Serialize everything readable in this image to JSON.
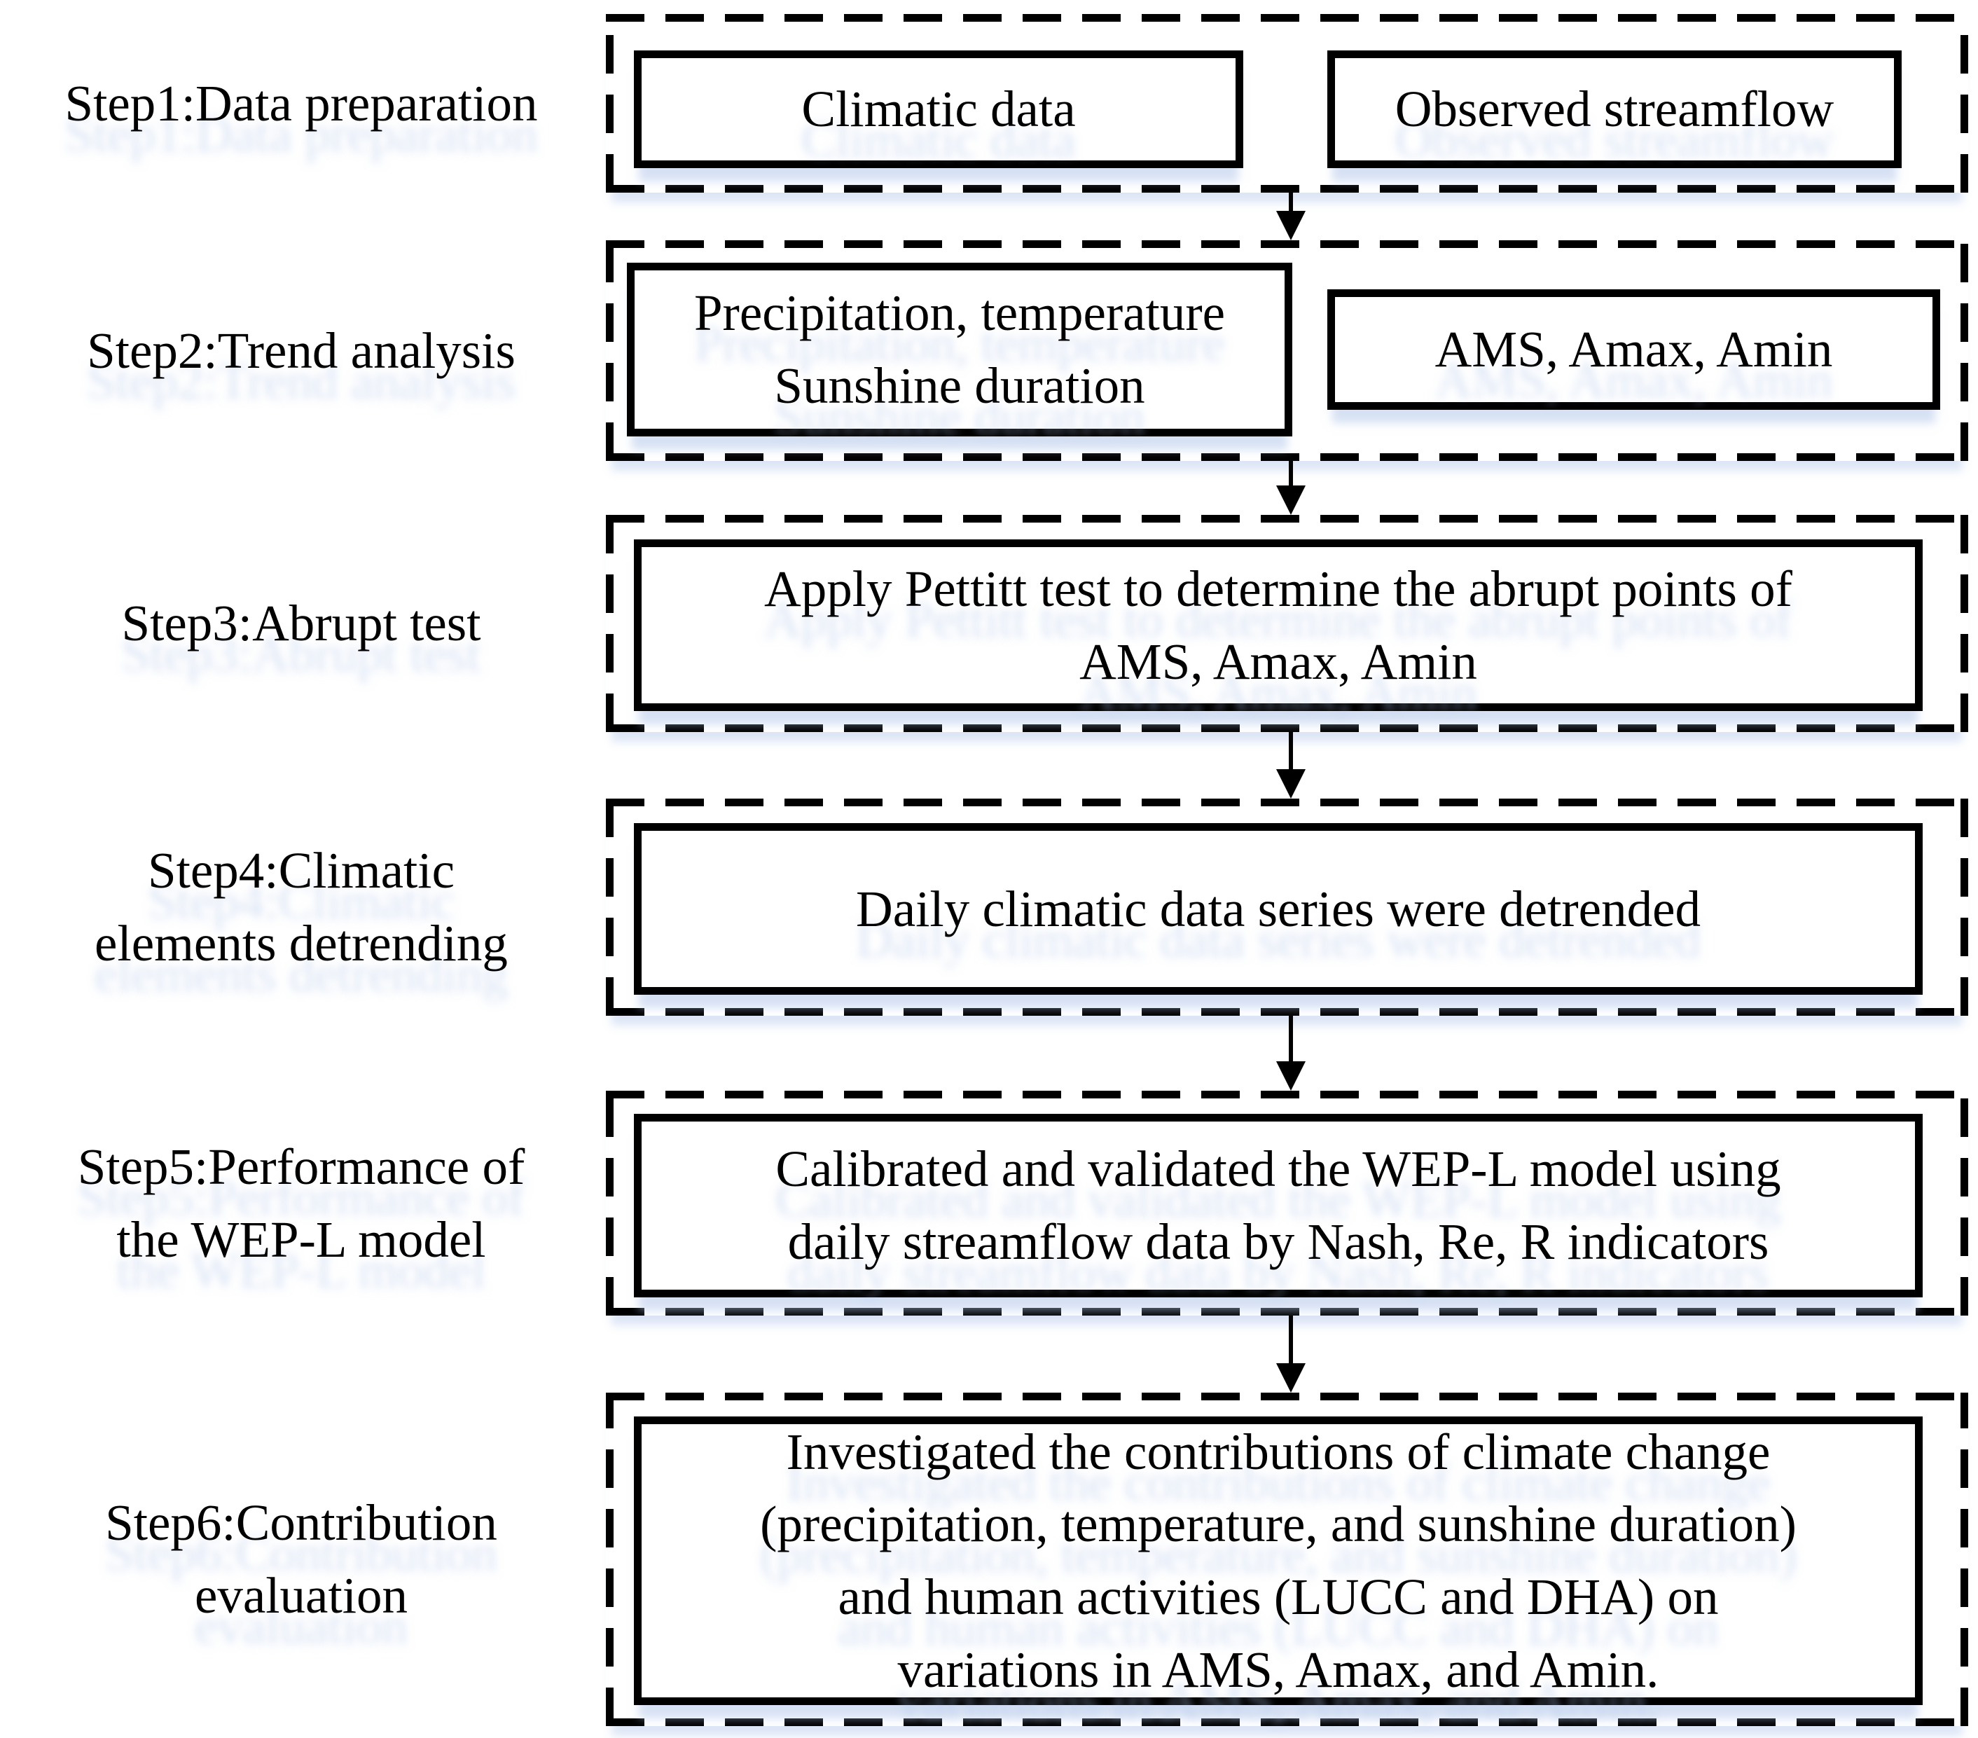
{
  "colors": {
    "ink": "#000000",
    "background": "#ffffff",
    "reflection_tint": "#b4c8eb"
  },
  "steps": [
    {
      "label": "Step1:Data preparation",
      "boxes": [
        "Climatic data",
        "Observed streamflow"
      ]
    },
    {
      "label": "Step2:Trend analysis",
      "boxes": [
        "Precipitation, temperature\nSunshine duration",
        "AMS, Amax, Amin"
      ]
    },
    {
      "label": "Step3:Abrupt test",
      "boxes": [
        "Apply Pettitt test to determine the abrupt points of\nAMS, Amax, Amin"
      ]
    },
    {
      "label": "Step4:Climatic\nelements detrending",
      "boxes": [
        "Daily climatic data series were detrended"
      ]
    },
    {
      "label": "Step5:Performance of\nthe WEP-L model",
      "boxes": [
        "Calibrated and validated the WEP-L model using\ndaily streamflow data by Nash, Re, R indicators"
      ]
    },
    {
      "label": "Step6:Contribution\nevaluation",
      "boxes": [
        "Investigated the contributions of climate change\n(precipitation, temperature, and sunshine duration)\nand human activities (LUCC and DHA) on\nvariations in AMS, Amax, and Amin."
      ]
    }
  ],
  "connectors": [
    {
      "from": "Step1",
      "to": "Step2"
    },
    {
      "from": "Step2",
      "to": "Step3"
    },
    {
      "from": "Step3",
      "to": "Step4"
    },
    {
      "from": "Step4",
      "to": "Step5"
    },
    {
      "from": "Step5",
      "to": "Step6"
    }
  ]
}
